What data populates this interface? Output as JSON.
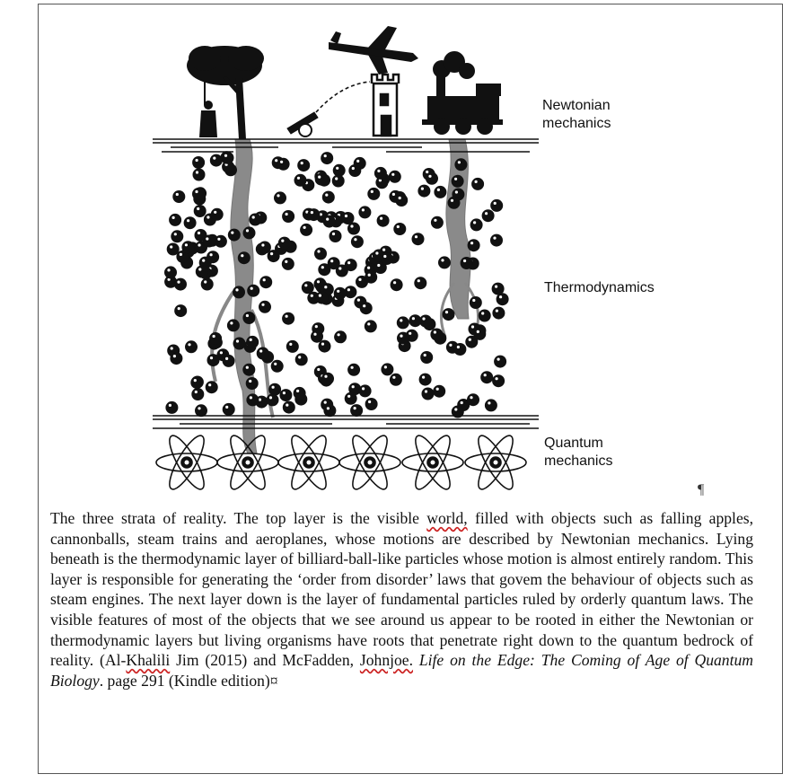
{
  "strata_labels": {
    "newtonian": "Newtonian mechanics",
    "thermodynamics": "Thermodynamics",
    "quantum": "Quantum mechanics"
  },
  "paragraph_mark": "¶",
  "caption": {
    "text_1": "The three strata of reality. The top layer is the visible ",
    "squiggle_word_1": "world,",
    "text_2": " filled with objects such as falling apples, cannonballs, steam trains and aeroplanes, whose motions are described by Newtonian mechanics. Lying beneath is the thermodynamic layer of billiard-ball-like particles whose motion is almost entirely random. This layer is responsible for generating the ‘order from disorder’ laws that govem the behaviour of objects such as steam engines. The next layer down is the layer of fundamental particles ruled by orderly quantum laws. The visible features of most of the objects that we see around us appear to be rooted in either the Newtonian or thermodynamic layers but living organisms have roots that penetrate right down to the quantum bedrock of reality. (Al-",
    "squiggle_word_2": "Khalili",
    "text_3": " Jim (2015) and McFadden, ",
    "squiggle_word_3": "Johnjoe.",
    "text_4": " ",
    "book_title": "Life on the Edge: The Coming of Age of Quantum Biology",
    "text_5": ". page 291 (Kindle edition)¤"
  },
  "colors": {
    "ink": "#111111",
    "root_gray": "#8a8a8a",
    "spellcheck": "#cc2222"
  },
  "icons": [
    "tree-icon",
    "apple-picker-icon",
    "cannon-icon",
    "castle-tower-icon",
    "aeroplane-icon",
    "steam-train-icon",
    "atom-icon"
  ]
}
